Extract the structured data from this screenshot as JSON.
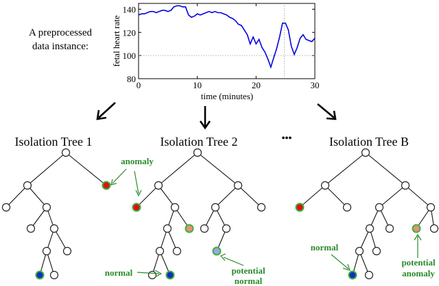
{
  "left_label": [
    "A preprocessed",
    "data instance:"
  ],
  "tree_titles": [
    "Isolation Tree 1",
    "Isolation Tree 2",
    "Isolation Tree B"
  ],
  "ellipsis": "•••",
  "annotations": {
    "anomaly": "anomaly",
    "normal_1": "normal",
    "normal_2": "normal",
    "potential_normal": [
      "potential",
      "normal"
    ],
    "potential_anomaly": [
      "potential",
      "anomaly"
    ]
  },
  "colors": {
    "series": "#0000dd",
    "anomaly_node": "#e01010",
    "normal_node": "#1030c0",
    "potential_anomaly_node": "#e8907a",
    "potential_normal_node": "#9aa8e0",
    "annotation_green": "#2a8a2a"
  },
  "chart_data": {
    "type": "line",
    "xlabel": "time (minutes)",
    "ylabel": "fetal heart rate",
    "xlim": [
      0,
      30
    ],
    "ylim": [
      80,
      145
    ],
    "xticks": [
      0,
      10,
      20,
      30
    ],
    "yticks": [
      80,
      100,
      120,
      140
    ],
    "dashed_hline": 100,
    "dashed_vline": 24.8,
    "series": [
      {
        "x": [
          0,
          0.5,
          1,
          1.5,
          2,
          2.5,
          3,
          3.5,
          4,
          4.5,
          5,
          5.5,
          6,
          6.5,
          7,
          7.5,
          8,
          8.5,
          9,
          9.5,
          10,
          10.5,
          11,
          11.5,
          12,
          12.5,
          13,
          13.5,
          14,
          14.5,
          15,
          15.5,
          16,
          16.5,
          17,
          17.5,
          18,
          18.5,
          19,
          19.5,
          20,
          20.5,
          21,
          21.5,
          22,
          22.5,
          23,
          23.5,
          24,
          24.5,
          25,
          25.5,
          26,
          26.5,
          27,
          27.5,
          28,
          28.5,
          29,
          29.5,
          30
        ],
        "y": [
          135,
          136,
          136,
          137,
          138,
          138,
          137,
          138,
          139,
          139,
          138,
          139,
          142,
          143,
          143,
          142,
          142,
          135,
          133,
          134,
          136,
          135,
          136,
          137,
          138,
          137,
          138,
          137,
          137,
          136,
          135,
          133,
          132,
          130,
          127,
          126,
          122,
          118,
          110,
          116,
          110,
          114,
          107,
          103,
          97,
          90,
          98,
          106,
          116,
          128,
          128,
          122,
          108,
          101,
          107,
          115,
          118,
          114,
          113,
          112,
          115
        ]
      }
    ]
  }
}
